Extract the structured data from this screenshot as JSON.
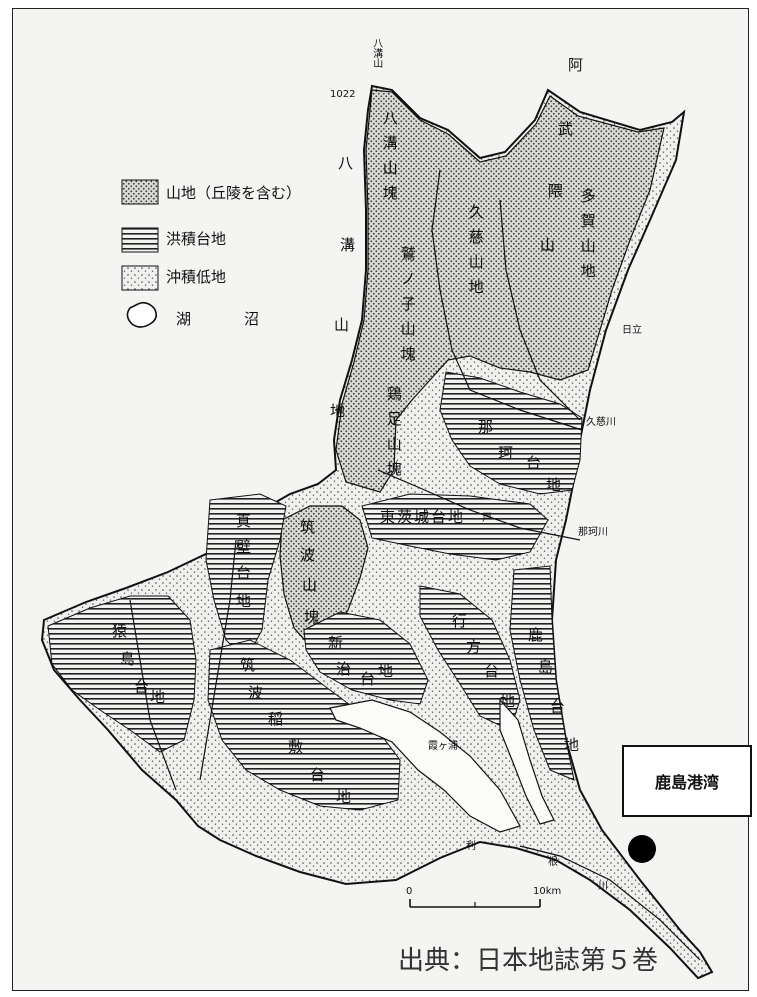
{
  "legend": {
    "mountains": "山地（丘陵を含む）",
    "terrace": "洪積台地",
    "lowland": "沖積低地",
    "lake_a": "湖",
    "lake_b": "沼"
  },
  "regions": {
    "yamizo_peak": "八溝山",
    "yamizo_peak_elev": "1022",
    "abukuma_a": "阿",
    "abukuma_b": "武",
    "abukuma_c": "隈",
    "abukuma_d": "山",
    "taga": "多賀山地",
    "kuji": "久慈山地",
    "yamizo_block": "八溝山塊",
    "yamizo_mtn_a": "八",
    "yamizo_mtn_b": "溝",
    "yamizo_mtn_c": "山",
    "yamizo_mtn_d": "地",
    "torinoko": "鷲ノ子山塊",
    "keisoku": "鶏足山塊",
    "naka_a": "那",
    "naka_b": "珂",
    "naka_c": "台",
    "naka_d": "地",
    "higashi_ibaraki": "東茨城台地",
    "makabe_a": "真",
    "makabe_b": "壁",
    "makabe_c": "台",
    "makabe_d": "地",
    "tsukuba_block_a": "筑",
    "tsukuba_block_b": "波",
    "tsukuba_block_c": "山",
    "tsukuba_block_d": "塊",
    "niiharu_a": "新",
    "niiharu_b": "治",
    "niiharu_c": "台",
    "niiharu_d": "地",
    "namegata_a": "行",
    "namegata_b": "方",
    "namegata_c": "台",
    "namegata_d": "地",
    "kashima_a": "鹿",
    "kashima_b": "島",
    "kashima_c": "台",
    "kashima_d": "地",
    "sashima_a": "猿",
    "sashima_b": "島",
    "sashima_c": "台",
    "sashima_d": "地",
    "tsukuba_inashiki_a": "筑",
    "tsukuba_inashiki_b": "波",
    "tsukuba_inashiki_c": "稲",
    "tsukuba_inashiki_d": "敷",
    "tsukuba_inashiki_e": "台",
    "tsukuba_inashiki_f": "地",
    "mito": "戸",
    "hitachi": "日立",
    "kujigawa": "久慈川",
    "nakagawa": "那珂川",
    "kasumigaura": "霞ヶ浦",
    "tone_a": "利",
    "tone_b": "根",
    "tone_c": "川"
  },
  "scale": {
    "zero": "0",
    "ten": "10km"
  },
  "callout": {
    "label": "鹿島港湾"
  },
  "source": "出典：日本地誌第５巻"
}
